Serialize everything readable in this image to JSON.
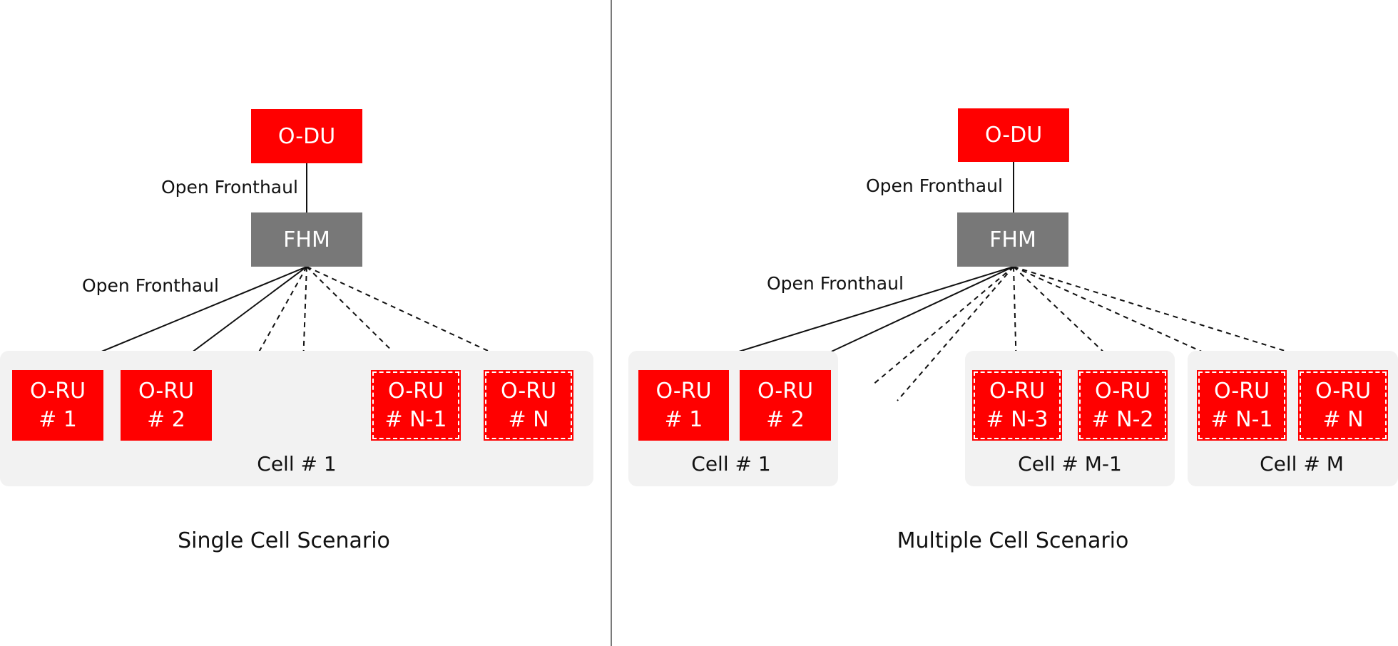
{
  "single": {
    "odu": "O-DU",
    "fhm": "FHM",
    "label_top": "Open Fronthaul",
    "label_bottom": "Open Fronthaul",
    "cell": "Cell # 1",
    "title": "Single Cell Scenario",
    "orus": [
      {
        "line1": "O-RU",
        "line2": "# 1"
      },
      {
        "line1": "O-RU",
        "line2": "# 2"
      },
      {
        "line1": "O-RU",
        "line2": "# N-1"
      },
      {
        "line1": "O-RU",
        "line2": "# N"
      }
    ]
  },
  "multi": {
    "odu": "O-DU",
    "fhm": "FHM",
    "label_top": "Open Fronthaul",
    "label_bottom": "Open Fronthaul",
    "title": "Multiple Cell Scenario",
    "cells": [
      "Cell # 1",
      "Cell # M-1",
      "Cell # M"
    ],
    "orus": [
      {
        "line1": "O-RU",
        "line2": "# 1"
      },
      {
        "line1": "O-RU",
        "line2": "# 2"
      },
      {
        "line1": "O-RU",
        "line2": "# N-3"
      },
      {
        "line1": "O-RU",
        "line2": "# N-2"
      },
      {
        "line1": "O-RU",
        "line2": "# N-1"
      },
      {
        "line1": "O-RU",
        "line2": "# N"
      }
    ]
  },
  "colors": {
    "oru": "#ff0000",
    "odu": "#ff0000",
    "fhm": "#787878",
    "cell_bg": "#f2f2f2"
  }
}
